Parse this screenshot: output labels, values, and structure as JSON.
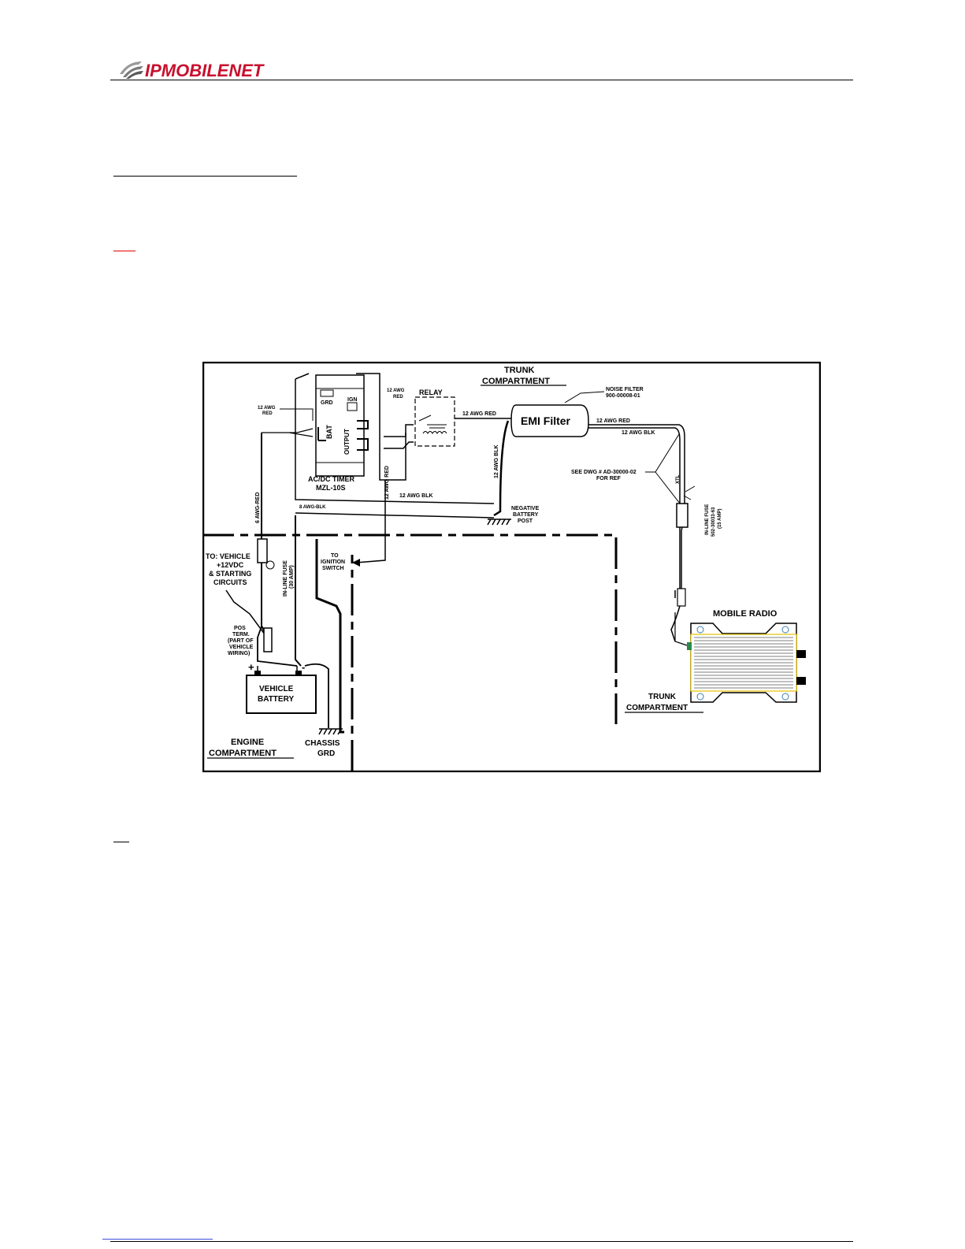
{
  "logo": {
    "brand": "IPMOBILENET",
    "brand_color": "#c8102e",
    "mark_icon": "swoosh-icon"
  },
  "diagram": {
    "trunk_top": "TRUNK",
    "trunk_compartment_top": "COMPARTMENT",
    "noise_filter": "NOISE FILTER",
    "noise_filter_part": "900-00008-01",
    "emi_filter": "EMI Filter",
    "relay": "RELAY",
    "awg_red_relay_1": "12 AWG",
    "awg_red_relay_2": "RED",
    "awg_red_bat_1": "12 AWG",
    "awg_red_bat_2": "RED",
    "grd_term": "GRD",
    "ign_term": "IGN",
    "bat_term": "BAT",
    "output_term": "OUTPUT",
    "timer_1": "AC/DC TIMER",
    "timer_2": "MZL-10S",
    "wire_12awg_red_relay": "12 AWG RED",
    "wire_12awg_red_radio": "12 AWG RED",
    "wire_12awg_blk_radio": "12 AWG BLK",
    "wire_12awg_blk_vert": "12 AWG BLK",
    "wire_12awg_red_vert": "12 AWG RED",
    "wire_12awg_blk_horiz": "12 AWG BLK",
    "wire_8awg_blk": "8 AWG-BLK",
    "wire_6awg_red": "6 AWG-RED",
    "see_dwg_1": "SEE DWG # AD-30000-02",
    "see_dwg_2": "FOR REF",
    "xtal": "XTL",
    "neg_post_1": "NEGATIVE",
    "neg_post_2": "BATTERY",
    "neg_post_3": "POST",
    "fuse_right_1": "IN-LINE FUSE",
    "fuse_right_2": "502-30033-63",
    "fuse_right_3": "(15 AMP)",
    "to_vehicle_1": "TO:  VEHICLE",
    "to_vehicle_2": "+12VDC",
    "to_vehicle_3": "&  STARTING",
    "to_vehicle_4": "CIRCUITS",
    "fuse_left_1": "IN-LINE FUSE",
    "fuse_left_2": "(30 AMP)",
    "to_ign_1": "TO",
    "to_ign_2": "IGNITION",
    "to_ign_3": "SWITCH",
    "pos_1": "POS",
    "pos_2": "TERM.",
    "pos_3": "(PART OF",
    "pos_4": "VEHICLE",
    "pos_5": "WIRING)",
    "plus": "+",
    "minus": "-",
    "battery_1": "VEHICLE",
    "battery_2": "BATTERY",
    "engine_1": "ENGINE",
    "engine_2": "COMPARTMENT",
    "chassis_1": "CHASSIS",
    "chassis_2": "GRD",
    "mobile_radio": "MOBILE RADIO",
    "trunk_bottom_1": "TRUNK",
    "trunk_bottom_2": "COMPARTMENT"
  }
}
